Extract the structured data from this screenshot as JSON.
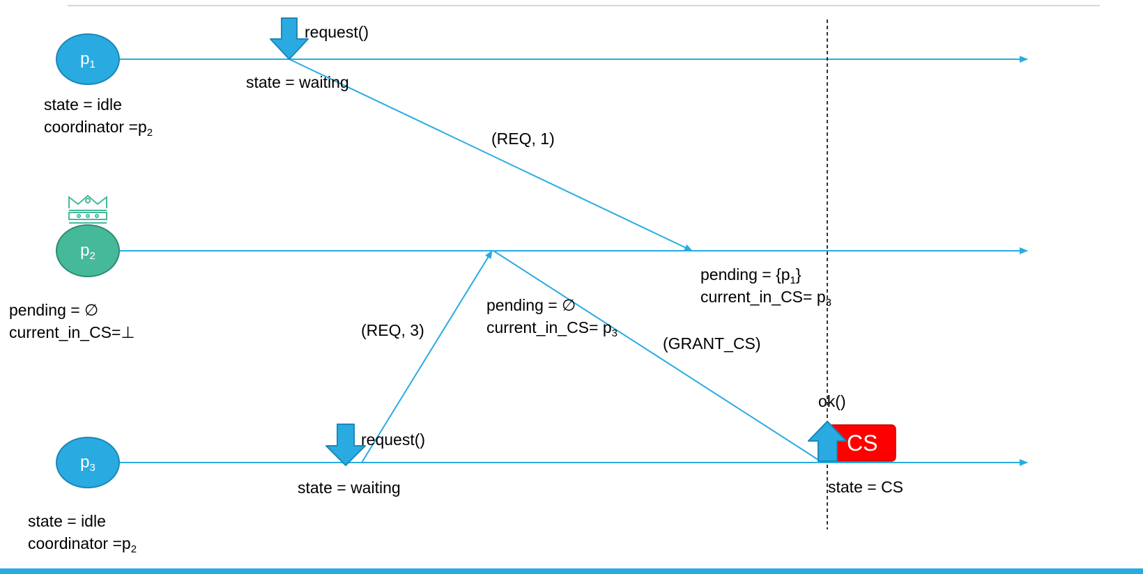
{
  "processes": {
    "p1": {
      "name": "p",
      "sub": "1",
      "color": "#29abe2"
    },
    "p2": {
      "name": "p",
      "sub": "2",
      "color": "#45b99a"
    },
    "p3": {
      "name": "p",
      "sub": "3",
      "color": "#29abe2"
    }
  },
  "messages": {
    "req1": "(REQ, 1)",
    "req3": "(REQ, 3)",
    "grant": "(GRANT_CS)"
  },
  "events": {
    "p1_request": "request()",
    "p3_request": "request()",
    "ok": "ok()",
    "cs_block": "CS"
  },
  "states": {
    "p1_initial": {
      "state": "state = idle",
      "coordinator_prefix": "coordinator =p",
      "coordinator_sub": "2"
    },
    "p1_waiting": "state = waiting",
    "p2_initial": {
      "pending": "pending = ∅",
      "current": "current_in_CS=⊥"
    },
    "p2_after_grant": {
      "pending": "pending = ∅",
      "current_prefix": "current_in_CS= p",
      "current_sub": "3"
    },
    "p2_after_req1": {
      "pending_prefix": "pending = {p",
      "pending_sub": "1",
      "pending_suffix": "}",
      "current_prefix": "current_in_CS= p",
      "current_sub": "3"
    },
    "p3_waiting": "state = waiting",
    "p3_cs": "state = CS",
    "p3_initial": {
      "state": "state = idle",
      "coordinator_prefix": "coordinator =p",
      "coordinator_sub": "2"
    }
  },
  "colors": {
    "timeline": "#29abe2",
    "coordinator": "#45b99a",
    "crown": "#45b99a",
    "cs_block": "#ff0000",
    "bottom_bar": "#29abe2"
  }
}
